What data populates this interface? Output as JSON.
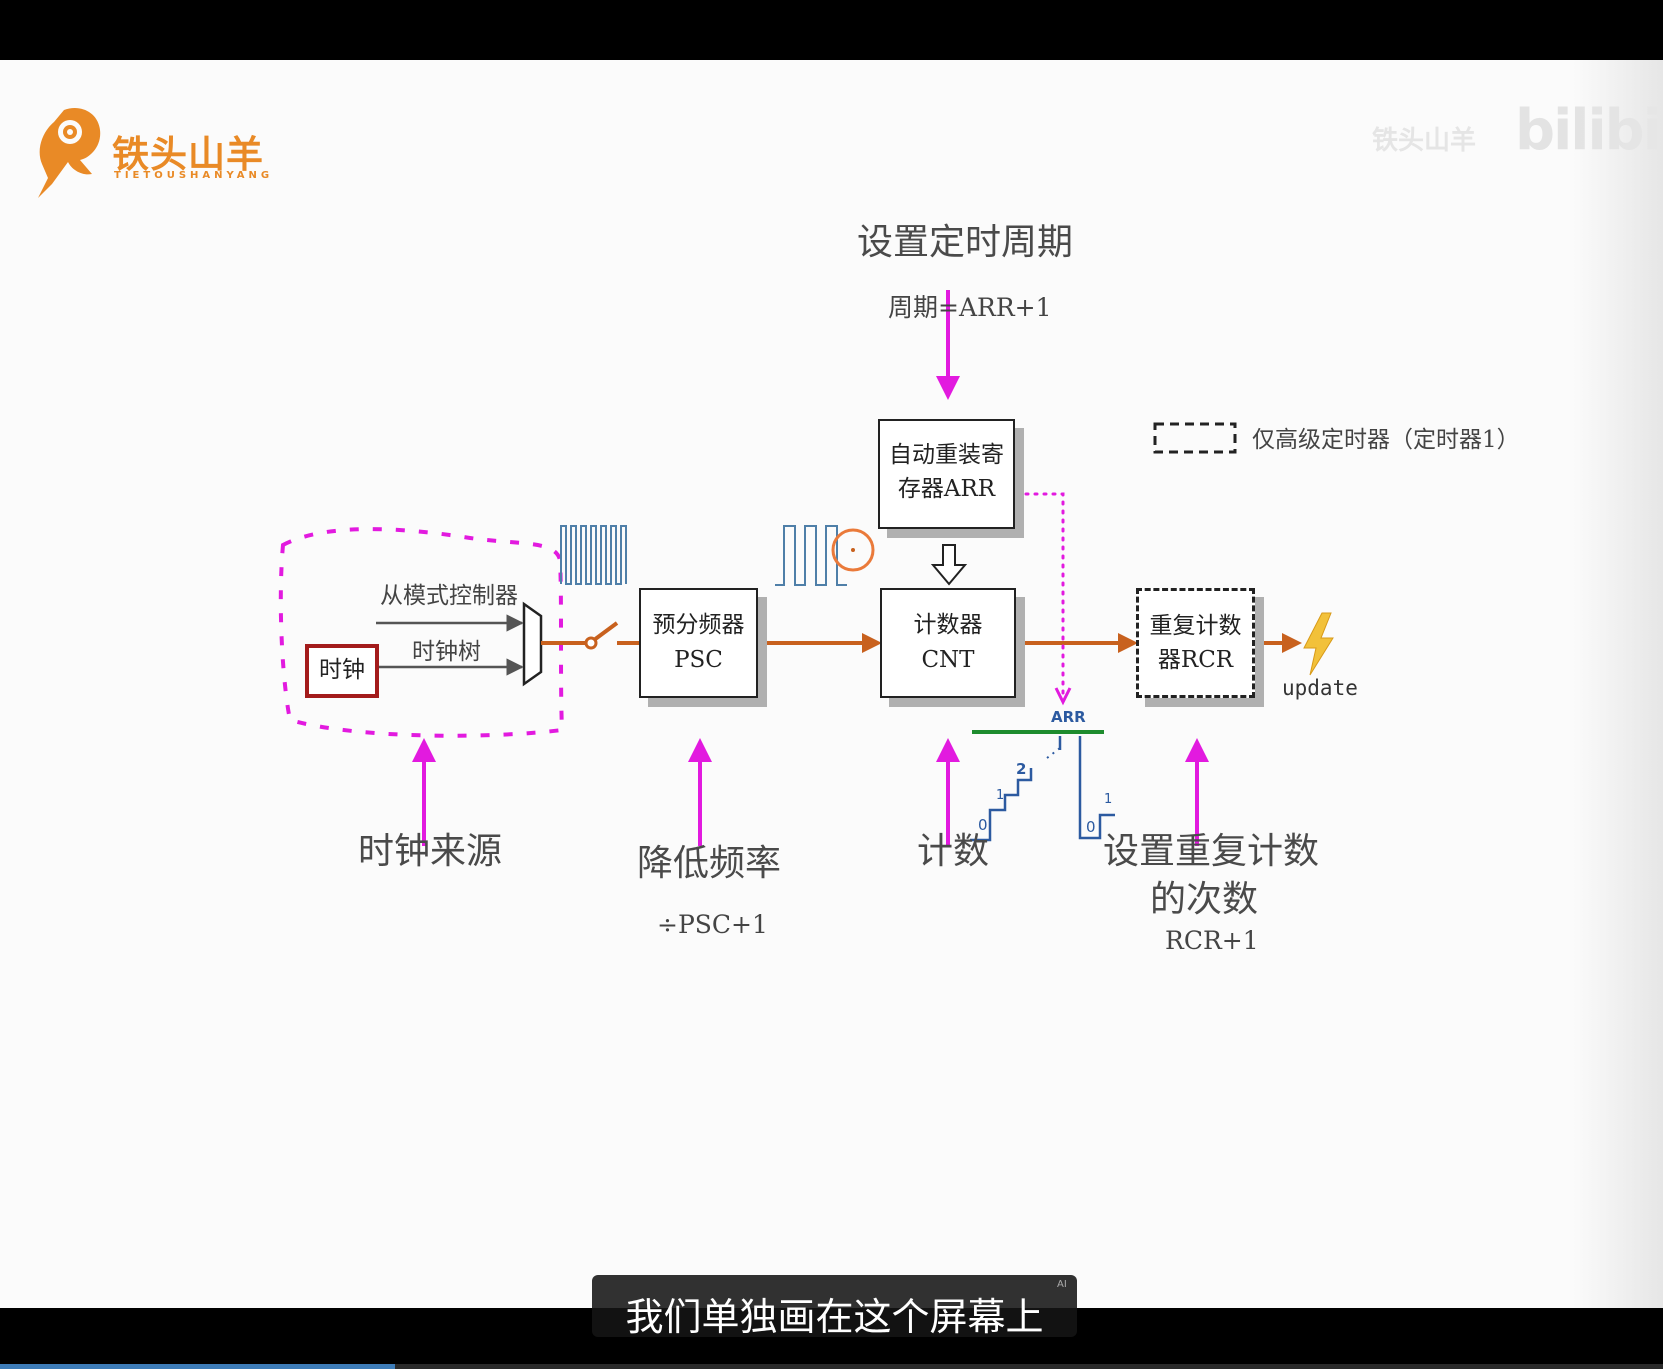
{
  "logo": {
    "cn": "铁头山羊",
    "en": "TIETOUSHANYANG"
  },
  "watermark": {
    "text": "bilibili",
    "small": "铁头山羊"
  },
  "period": {
    "title": "设置定时周期",
    "formula": "周期=ARR+1"
  },
  "legend": {
    "label": "仅高级定时器（定时器1）"
  },
  "clock_source": {
    "clock": "时钟",
    "slave_mode": "从模式控制器",
    "clock_tree": "时钟树",
    "caption": "时钟来源"
  },
  "prescaler": {
    "line1": "预分频器",
    "line2": "PSC",
    "caption": "降低频率",
    "formula": "÷PSC+1"
  },
  "arr": {
    "line1": "自动重装寄",
    "line2": "存器ARR"
  },
  "counter": {
    "line1": "计数器",
    "line2": "CNT",
    "caption": "计数"
  },
  "repeat": {
    "line1": "重复计数",
    "line2": "器RCR",
    "caption_line1": "设置重复计数",
    "caption_line2": "的次数",
    "formula": "RCR+1"
  },
  "update_label": "update",
  "sketch": {
    "arr": "ARR",
    "zero_a": "0",
    "one_a": "1",
    "two": "2",
    "zero_b": "0",
    "one_b": "1"
  },
  "subtitle": {
    "text": "我们单独画在这个屏幕上",
    "badge": "AI"
  },
  "colors": {
    "magenta": "#e21adf",
    "orange": "#c8611e",
    "blue_wave": "#4f7fa8",
    "dark_red": "#a31b1b",
    "green": "#1e8c2e",
    "ink_blue": "#2c5aa0",
    "bolt": "#f2c13a"
  }
}
